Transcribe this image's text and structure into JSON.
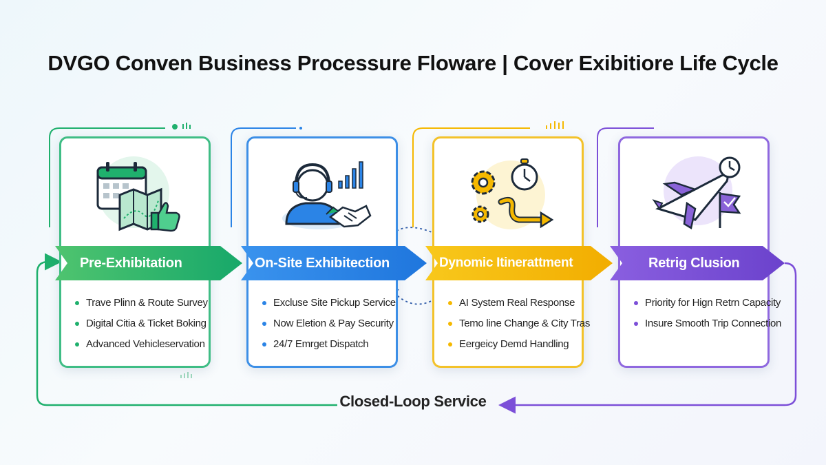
{
  "title": "DVGO Conven Business Processure Floware | Cover Exibitiore Life Cycle",
  "loop_label": "Closed-Loop Service",
  "colors": {
    "green": "#1fb06d",
    "blue": "#2b84e6",
    "yellow": "#f5b800",
    "purple": "#7c4fd8"
  },
  "stages": [
    {
      "title": "Pre-Exhibitation",
      "icons": [
        "calendar-icon",
        "map-icon",
        "thumbs-up-icon"
      ],
      "bullets": [
        "Trave Plinn & Route Survey",
        "Digital Citia & Ticket Boking",
        "Advanced Vehicleservation"
      ]
    },
    {
      "title": "On-Site Exhibitection",
      "icons": [
        "headset-agent-icon",
        "bar-chart-icon",
        "handshake-icon"
      ],
      "bullets": [
        "Excluse Site Pickup Service",
        "Now Eletion & Pay Security",
        "24/7 Emrget Dispatch"
      ]
    },
    {
      "title": "Dynomic Itinerattment",
      "icons": [
        "gear-icon",
        "stopwatch-icon",
        "route-arrow-icon"
      ],
      "bullets": [
        "AI System Real Response",
        "Temo line Change & City Tras",
        "Eergeicy Demd Handling"
      ]
    },
    {
      "title": "Retrig Clusion",
      "icons": [
        "airplane-icon",
        "clock-icon",
        "flag-icon"
      ],
      "bullets": [
        "Priority for Hign Retrn Capacity",
        "Insure Smooth Trip Connection"
      ]
    }
  ]
}
